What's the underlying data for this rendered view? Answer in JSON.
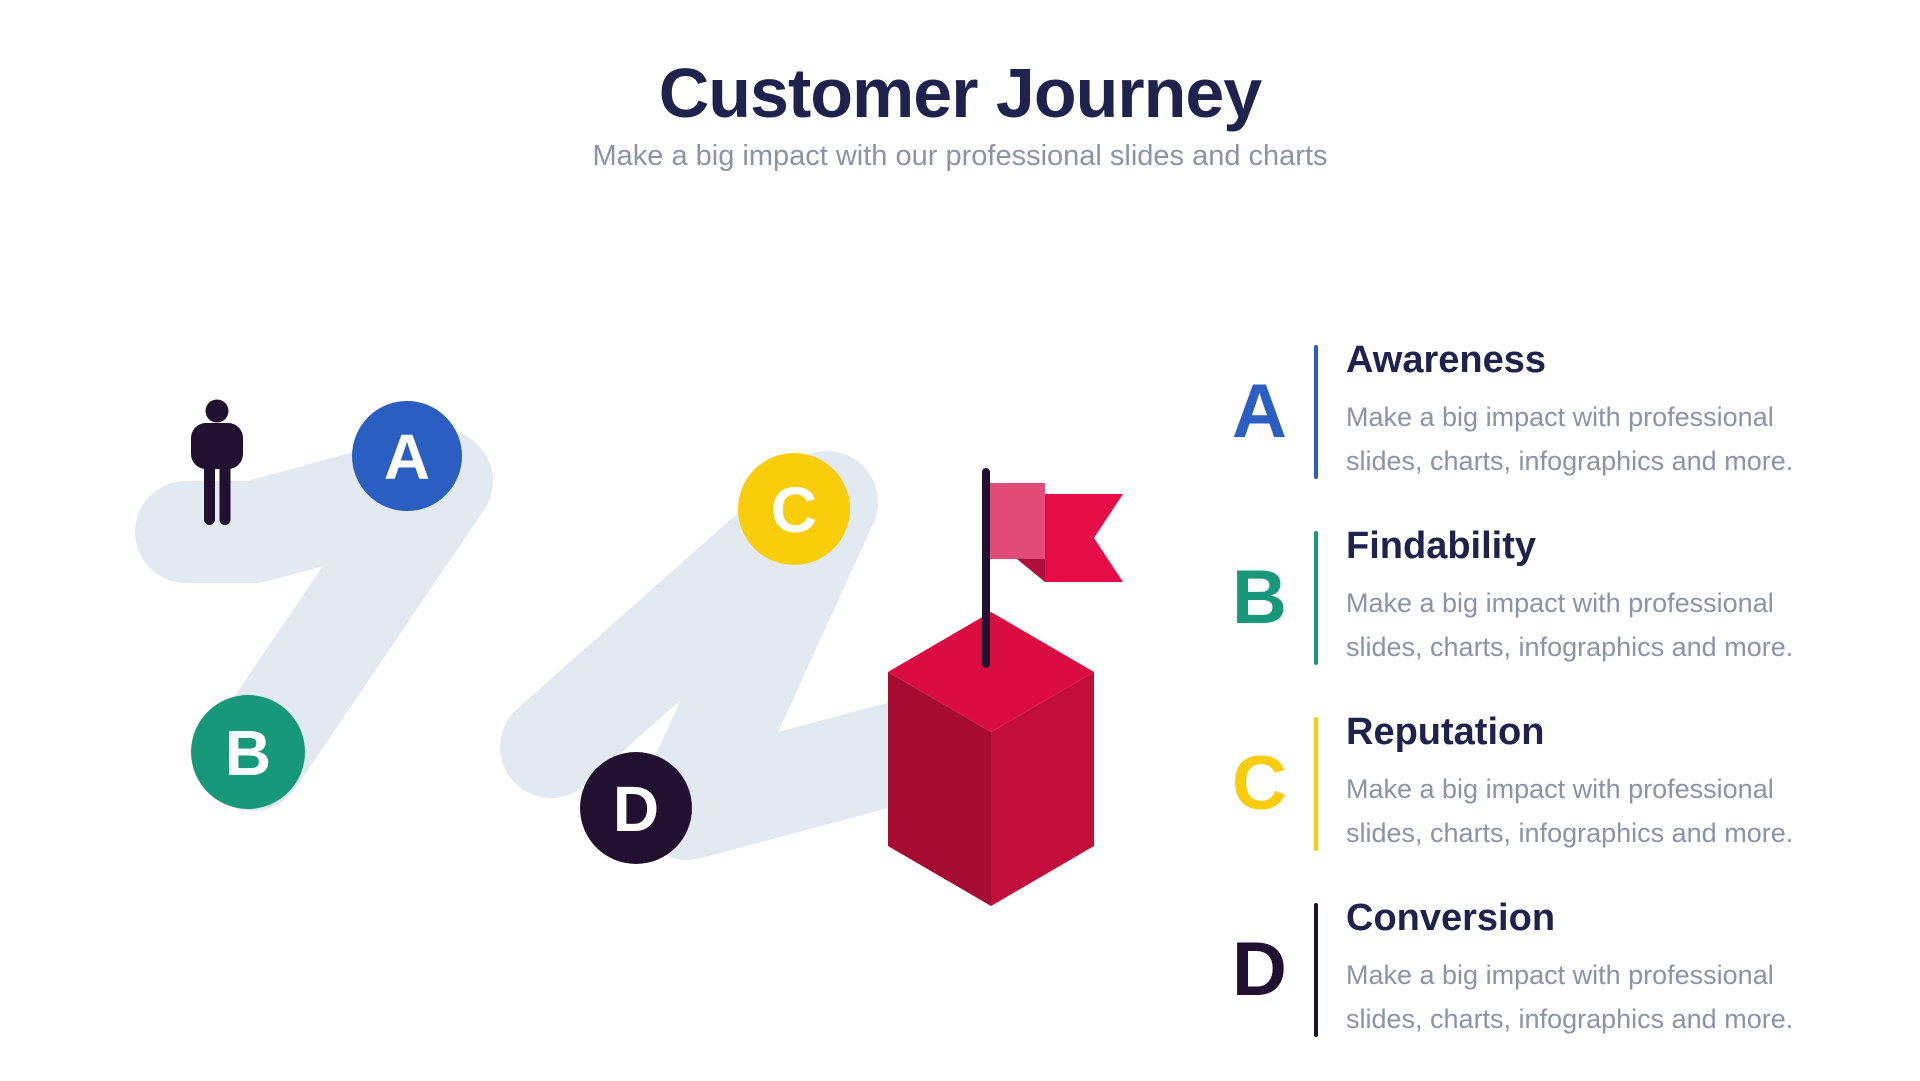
{
  "header": {
    "title": "Customer Journey",
    "subtitle": "Make a big impact with our professional slides and charts"
  },
  "palette": {
    "track": "#E3E9F1",
    "dark": "#221031",
    "heading_text": "#20224E",
    "body_text": "#8B93A8",
    "circle_label_text": "#FFFFFF"
  },
  "journey": {
    "person_icon": "standing-person",
    "steps": [
      {
        "label": "A",
        "color": "#2A5EC0"
      },
      {
        "label": "B",
        "color": "#18987A"
      },
      {
        "label": "C",
        "color": "#FACD0B"
      },
      {
        "label": "D",
        "color": "#221031"
      }
    ],
    "milestone": {
      "cube_top": "#DA0C41",
      "cube_left": "#A60B31",
      "cube_right": "#C30D3A",
      "flag_inner": "#E24B78",
      "flag_banner": "#E60C48",
      "flag_fold": "#B00E3B",
      "pole": "#221031"
    }
  },
  "legend": {
    "items": [
      {
        "letter": "A",
        "color": "#2A5EC0",
        "title": "Awareness",
        "desc_lines": [
          "Make a big impact with professional",
          "slides, charts, infographics and more."
        ]
      },
      {
        "letter": "B",
        "color": "#18987A",
        "title": "Findability",
        "desc_lines": [
          "Make a big impact with professional",
          "slides, charts, infographics and more."
        ]
      },
      {
        "letter": "C",
        "color": "#FACD0B",
        "title": "Reputation",
        "desc_lines": [
          "Make a big impact with professional",
          "slides, charts, infographics and more."
        ]
      },
      {
        "letter": "D",
        "color": "#221031",
        "title": "Conversion",
        "desc_lines": [
          "Make a big impact with professional",
          "slides, charts, infographics and more."
        ]
      }
    ]
  }
}
